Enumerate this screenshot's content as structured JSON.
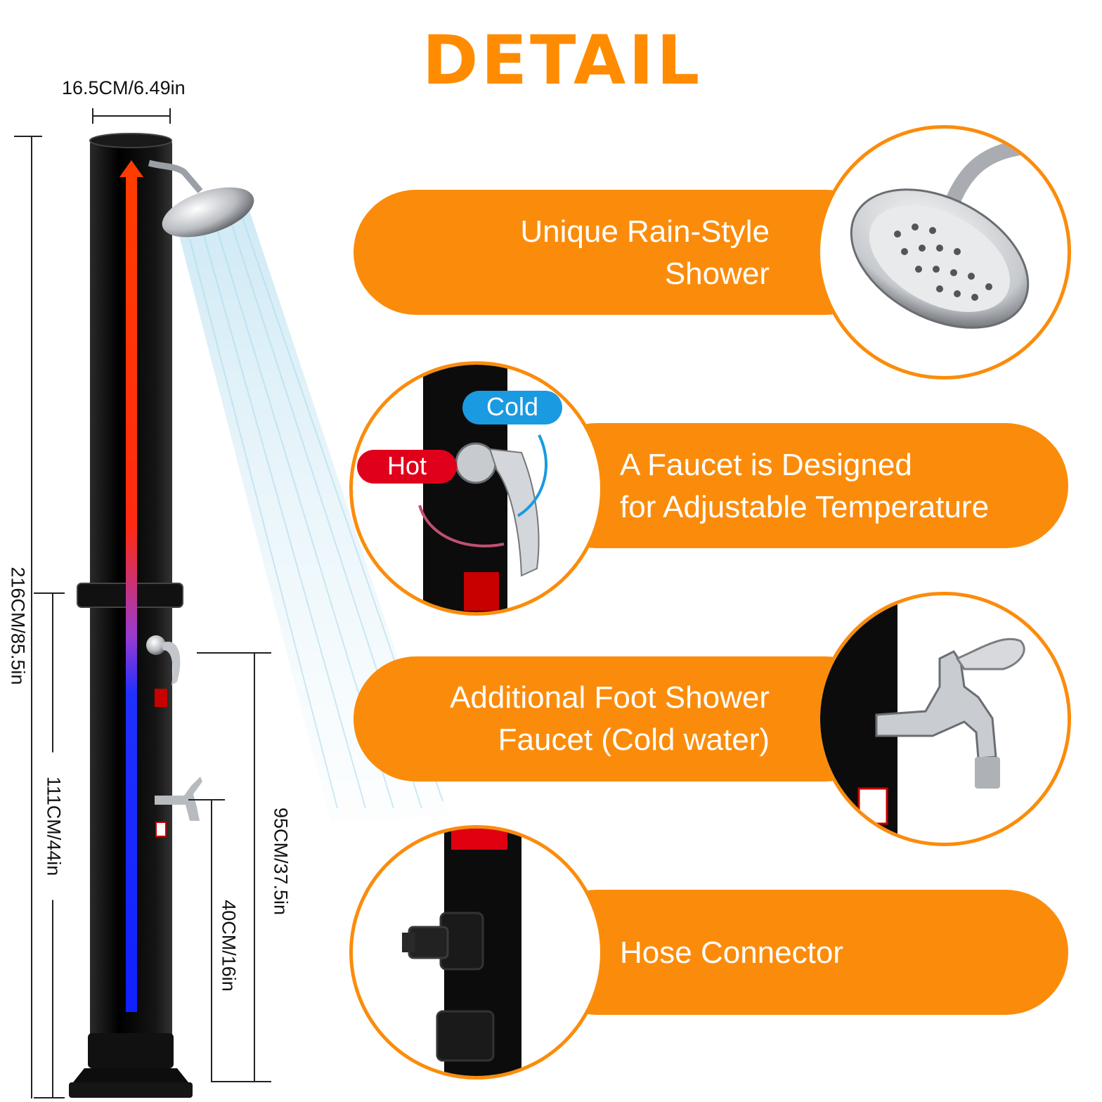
{
  "heading": "DETAIL",
  "dimensions": {
    "width": "16.5CM/6.49in",
    "total_height": "216CM/85.5in",
    "lower_height": "111CM/44in",
    "shower_valve_height": "95CM/37.5in",
    "foot_faucet_height": "40CM/16in"
  },
  "features": [
    {
      "line1": "Unique Rain-Style",
      "line2": "Shower",
      "icon": "rain-shower-head-icon"
    },
    {
      "line1": "A Faucet is Designed",
      "line2": "for Adjustable Temperature",
      "icon": "mixer-valve-icon"
    },
    {
      "line1": "Additional Foot Shower",
      "line2": "Faucet (Cold water)",
      "icon": "tap-faucet-icon"
    },
    {
      "line1": "Hose Connector",
      "line2": "",
      "icon": "hose-connector-icon"
    }
  ],
  "valve_labels": {
    "hot": "Hot",
    "cold": "Cold"
  },
  "colors": {
    "accent": "#fb8c0b",
    "hot": "#e0001b",
    "cold": "#1a9ae0",
    "pole": "#0b0b0b"
  }
}
